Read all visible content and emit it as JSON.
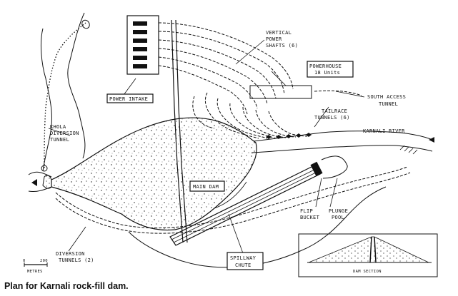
{
  "labels": {
    "vertical_power_shafts": [
      "VERTICAL",
      "POWER",
      "SHAFTS (6)"
    ],
    "powerhouse": [
      "POWERHOUSE",
      "18 Units"
    ],
    "power_intake": "POWER INTAKE",
    "south_access_tunnel": [
      "SOUTH ACCESS",
      "TUNNEL"
    ],
    "tailrace_tunnels": [
      "TAILRACE",
      "TUNNELS (6)"
    ],
    "khola_diversion_tunnel": [
      "KHOLA",
      "DIVERSION",
      "TUNNEL"
    ],
    "karnali_river": "KARNALI RIVER",
    "main_dam": "MAIN DAM",
    "flip_bucket": [
      "FLIP",
      "BUCKET"
    ],
    "plunge_pool": [
      "PLUNGE",
      "POOL"
    ],
    "diversion_tunnels": [
      "DIVERSION",
      "TUNNELS (2)"
    ],
    "spillway_chute": [
      "SPILLWAY",
      "CHUTE"
    ],
    "dam_section": "DAM SECTION",
    "scale_zero": "0",
    "scale_200": "200",
    "scale_unit": "METRES"
  },
  "caption": "Plan for Karnali rock-fill dam.",
  "colors": {
    "ink": "#111111",
    "paper": "#ffffff"
  }
}
